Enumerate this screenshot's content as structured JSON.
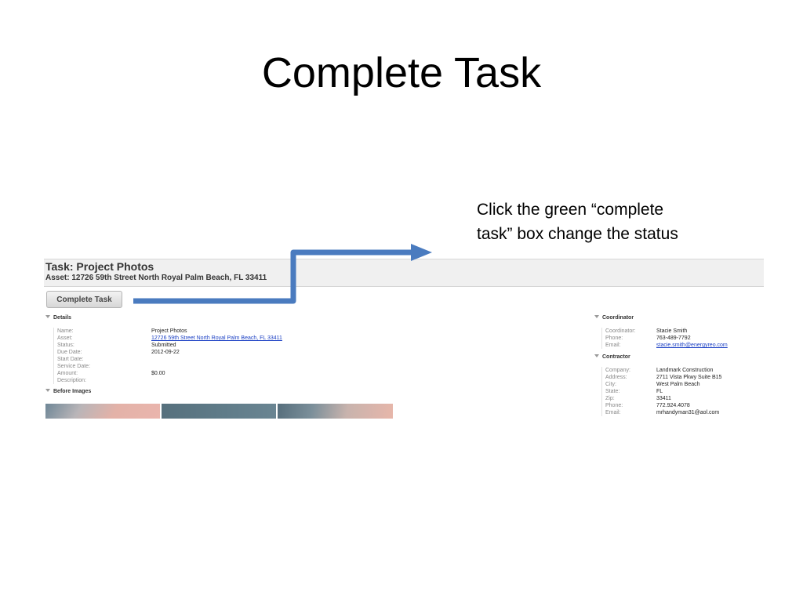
{
  "slide": {
    "title": "Complete Task",
    "instruction_lines": [
      "Click the green “complete",
      "task” box change the status"
    ]
  },
  "task": {
    "title": "Task: Project Photos",
    "asset": "Asset: 12726 59th Street North Royal Palm Beach, FL 33411",
    "complete_button": "Complete Task"
  },
  "details": {
    "heading": "Details",
    "rows": [
      {
        "label": "Name:",
        "value": "Project Photos"
      },
      {
        "label": "Asset:",
        "value": "12726 59th Street North Royal Palm Beach, FL 33411"
      },
      {
        "label": "Status:",
        "value": "Submitted"
      },
      {
        "label": "Due Date:",
        "value": "2012-09-22"
      },
      {
        "label": "Start Date:",
        "value": ""
      },
      {
        "label": "Service Date:",
        "value": ""
      },
      {
        "label": "Amount:",
        "value": "$0.00"
      },
      {
        "label": "Description:",
        "value": ""
      }
    ]
  },
  "before_images": {
    "heading": "Before Images"
  },
  "coordinator": {
    "heading": "Coordinator",
    "rows": [
      {
        "label": "Coordinator:",
        "value": "Stacie Smith"
      },
      {
        "label": "Phone:",
        "value": "763-489-7792"
      },
      {
        "label": "Email:",
        "value": "stacie.smith@energyreo.com"
      }
    ]
  },
  "contractor": {
    "heading": "Contractor",
    "rows": [
      {
        "label": "Company:",
        "value": "Landmark Construction"
      },
      {
        "label": "Address:",
        "value": "2711 Vista Pkwy Suite B15"
      },
      {
        "label": "City:",
        "value": "West Palm Beach"
      },
      {
        "label": "State:",
        "value": "FL"
      },
      {
        "label": "Zip:",
        "value": "33411"
      },
      {
        "label": "Phone:",
        "value": "772.924.4078"
      },
      {
        "label": "Email:",
        "value": "mrhandyman31@aol.com"
      }
    ]
  },
  "colors": {
    "arrow": "#4a7bbf",
    "link": "#1a3fc4"
  },
  "icons": {
    "section_toggle": "triangle-down-icon",
    "callout": "arrow-right-icon"
  }
}
